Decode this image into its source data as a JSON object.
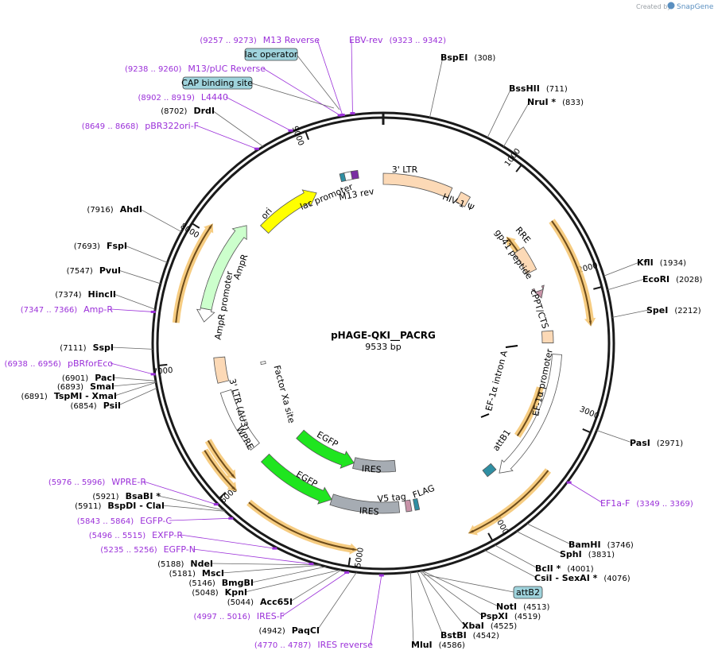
{
  "plasmid": {
    "name": "pHAGE-QKI__PACRG",
    "size": "9533 bp",
    "total_bp": 9533
  },
  "watermark": {
    "prefix": "Created by",
    "brand": "SnapGene"
  },
  "ticks": [
    {
      "bp": 1000,
      "label": "1000"
    },
    {
      "bp": 2000,
      "label": "2000"
    },
    {
      "bp": 3000,
      "label": "3000"
    },
    {
      "bp": 4000,
      "label": "4000"
    },
    {
      "bp": 5000,
      "label": "5000"
    },
    {
      "bp": 6000,
      "label": "6000"
    },
    {
      "bp": 7000,
      "label": "7000"
    },
    {
      "bp": 8000,
      "label": "8000"
    },
    {
      "bp": 9000,
      "label": "9000"
    }
  ],
  "sites": [
    {
      "name": "BspEI",
      "pos": "(308)",
      "bp": 308
    },
    {
      "name": "BssHII",
      "pos": "(711)",
      "bp": 711
    },
    {
      "name": "NruI *",
      "pos": "(833)",
      "bp": 833
    },
    {
      "name": "KflI",
      "pos": "(1934)",
      "bp": 1934
    },
    {
      "name": "EcoRI",
      "pos": "(2028)",
      "bp": 2028
    },
    {
      "name": "SpeI",
      "pos": "(2212)",
      "bp": 2212
    },
    {
      "name": "PasI",
      "pos": "(2971)",
      "bp": 2971
    },
    {
      "name": "BamHI",
      "pos": "(3746)",
      "bp": 3746
    },
    {
      "name": "SphI",
      "pos": "(3831)",
      "bp": 3831
    },
    {
      "name": "BclI *",
      "pos": "(4001)",
      "bp": 4001
    },
    {
      "name": "CsiI - SexAI *",
      "pos": "(4076)",
      "bp": 4076
    },
    {
      "name": "NotI",
      "pos": "(4513)",
      "bp": 4513
    },
    {
      "name": "PspXI",
      "pos": "(4519)",
      "bp": 4519
    },
    {
      "name": "XbaI",
      "pos": "(4525)",
      "bp": 4525
    },
    {
      "name": "BstBI",
      "pos": "(4542)",
      "bp": 4542
    },
    {
      "name": "MluI",
      "pos": "(4586)",
      "bp": 4586
    },
    {
      "name": "PaqCI",
      "pos": "(4942)",
      "bp": 4942
    },
    {
      "name": "Acc65I",
      "pos": "(5044)",
      "bp": 5044
    },
    {
      "name": "KpnI",
      "pos": "(5048)",
      "bp": 5048
    },
    {
      "name": "BmgBI",
      "pos": "(5146)",
      "bp": 5146
    },
    {
      "name": "MscI",
      "pos": "(5181)",
      "bp": 5181
    },
    {
      "name": "NdeI",
      "pos": "(5188)",
      "bp": 5188
    },
    {
      "name": "BspDI - ClaI",
      "pos": "(5911)",
      "bp": 5911
    },
    {
      "name": "BsaBI *",
      "pos": "(5921)",
      "bp": 5921
    },
    {
      "name": "PsiI",
      "pos": "(6854)",
      "bp": 6854
    },
    {
      "name": "TspMI - XmaI",
      "pos": "(6891)",
      "bp": 6891
    },
    {
      "name": "SmaI",
      "pos": "(6893)",
      "bp": 6893
    },
    {
      "name": "PacI",
      "pos": "(6901)",
      "bp": 6901
    },
    {
      "name": "SspI",
      "pos": "(7111)",
      "bp": 7111
    },
    {
      "name": "HincII",
      "pos": "(7374)",
      "bp": 7374
    },
    {
      "name": "PvuI",
      "pos": "(7547)",
      "bp": 7547
    },
    {
      "name": "FspI",
      "pos": "(7693)",
      "bp": 7693
    },
    {
      "name": "AhdI",
      "pos": "(7916)",
      "bp": 7916
    },
    {
      "name": "DrdI",
      "pos": "(8702)",
      "bp": 8702
    }
  ],
  "primers": [
    {
      "name": "EF1a-F",
      "pos": "(3349 .. 3369)",
      "bp": 3359
    },
    {
      "name": "IRES reverse",
      "pos": "(4770 .. 4787)",
      "bp": 4778
    },
    {
      "name": "IRES-F",
      "pos": "(4997 .. 5016)",
      "bp": 5006
    },
    {
      "name": "EGFP-N",
      "pos": "(5235 .. 5256)",
      "bp": 5245
    },
    {
      "name": "EXFP-R",
      "pos": "(5496 .. 5515)",
      "bp": 5505
    },
    {
      "name": "EGFP-C",
      "pos": "(5843 .. 5864)",
      "bp": 5853
    },
    {
      "name": "WPRE-R",
      "pos": "(5976 .. 5996)",
      "bp": 5986
    },
    {
      "name": "pBRforEco",
      "pos": "(6938 .. 6956)",
      "bp": 6947
    },
    {
      "name": "Amp-R",
      "pos": "(7347 .. 7366)",
      "bp": 7356
    },
    {
      "name": "pBR322ori-F",
      "pos": "(8649 .. 8668)",
      "bp": 8658
    },
    {
      "name": "L4440",
      "pos": "(8902 .. 8919)",
      "bp": 8910
    },
    {
      "name": "M13/pUC Reverse",
      "pos": "(9238 .. 9260)",
      "bp": 9249
    },
    {
      "name": "M13 Reverse",
      "pos": "(9257 .. 9273)",
      "bp": 9265
    },
    {
      "name": "EBV-rev",
      "pos": "(9323 .. 9342)",
      "bp": 9332
    }
  ],
  "boxed_labels": [
    {
      "name": "lac operator"
    },
    {
      "name": "CAP binding site"
    },
    {
      "name": "attB2"
    }
  ],
  "features": [
    {
      "name": "3' LTR"
    },
    {
      "name": "HIV-1 Ψ"
    },
    {
      "name": "RRE"
    },
    {
      "name": "gp41 peptide"
    },
    {
      "name": "cPPT/CTS"
    },
    {
      "name": "EF-1α intron A"
    },
    {
      "name": "EF-1α promoter"
    },
    {
      "name": "attB1"
    },
    {
      "name": "FLAG"
    },
    {
      "name": "V5 tag"
    },
    {
      "name": "IRES"
    },
    {
      "name": "EGFP"
    },
    {
      "name": "IRES"
    },
    {
      "name": "EGFP"
    },
    {
      "name": "WPRE"
    },
    {
      "name": "3' LTR (ΔU3)"
    },
    {
      "name": "Factor Xa site"
    },
    {
      "name": "AmpR promoter"
    },
    {
      "name": "AmpR"
    },
    {
      "name": "ori"
    },
    {
      "name": "lac promoter"
    },
    {
      "name": "M13 rev"
    }
  ],
  "colors": {
    "ltr": "#fcd9b6",
    "egfp": "#1fe51f",
    "ires": "#a6acb3",
    "ampr": "#ccffcc",
    "ori": "#ffff00",
    "orf_outline": "#f5c36b",
    "orf_stroke": "#6b4a1a",
    "primer": "#9b30d9",
    "tag": "#c893a8",
    "attB": "#2f8fa3",
    "box": "#9fd3dc"
  }
}
